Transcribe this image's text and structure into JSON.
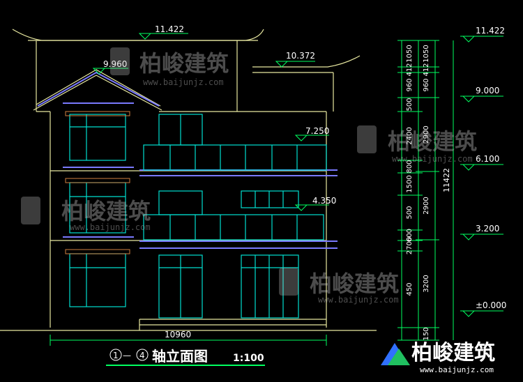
{
  "drawing": {
    "title": "①—④轴立面图",
    "title_num_start": "1",
    "title_dash": "—",
    "title_num_end": "4",
    "title_text": "轴立面图",
    "scale": "1:100",
    "total_width": "10960",
    "total_height": "11422"
  },
  "elevations": [
    {
      "label": "11.422"
    },
    {
      "label": "10.372"
    },
    {
      "label": "9.960"
    },
    {
      "label": "7.250"
    },
    {
      "label": "4.350"
    }
  ],
  "right_levels": [
    {
      "label": "11.422"
    },
    {
      "label": "9.000"
    },
    {
      "label": "6.100"
    },
    {
      "label": "3.200"
    },
    {
      "label": "±0.000"
    }
  ],
  "dim_col_a": [
    "1050",
    "412",
    "960",
    "500",
    "2400",
    "800",
    "1500",
    "500",
    "600",
    "2700",
    "450"
  ],
  "dim_col_b": [
    "1050",
    "412",
    "960",
    "2900",
    "2900",
    "3200",
    "150"
  ],
  "watermark": {
    "brand": "柏峻建筑",
    "url": "www.baijunjz.com"
  },
  "colors": {
    "background": "#000000",
    "outline": "#e8e8a0",
    "window": "#00e0d0",
    "roof": "#7a7aff",
    "dimension": "#00ff60",
    "text": "#ffffff"
  }
}
